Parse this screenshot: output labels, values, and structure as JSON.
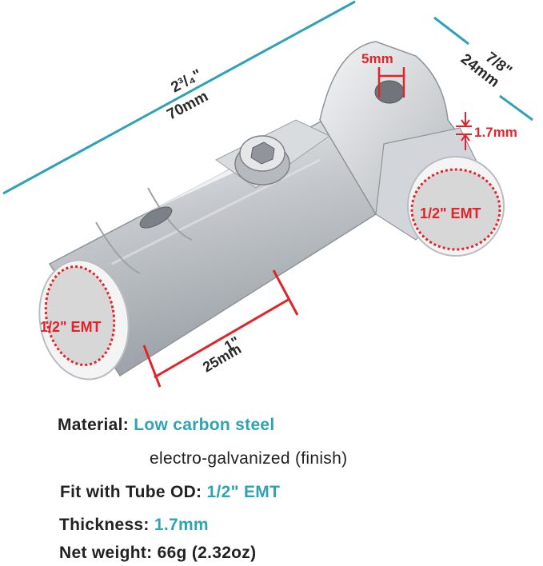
{
  "dimensions": {
    "length_fraction": "2³/₄\"",
    "length_mm": "70mm",
    "width_fraction": "7/8\"",
    "width_mm": "24mm",
    "slot": "5mm",
    "wall": "1.7mm",
    "socket_inch": "1\"",
    "socket_mm": "25mm",
    "left_bore": "1/2\" EMT",
    "right_bore": "1/2\" EMT"
  },
  "specs": {
    "material_label": "Material:",
    "material_value": "Low carbon steel",
    "finish": "electro-galvanized (finish)",
    "fit_label": "Fit with Tube OD:",
    "fit_value": "1/2\" EMT",
    "thickness_label": "Thickness:",
    "thickness_value": "1.7mm",
    "weight": "Net weight: 66g (2.32oz)"
  },
  "colors": {
    "dimension_line": "#2fa3b4",
    "accent_text": "#2fa3b4",
    "marker_red": "#e0242a",
    "steel": "#c9cdd1"
  }
}
